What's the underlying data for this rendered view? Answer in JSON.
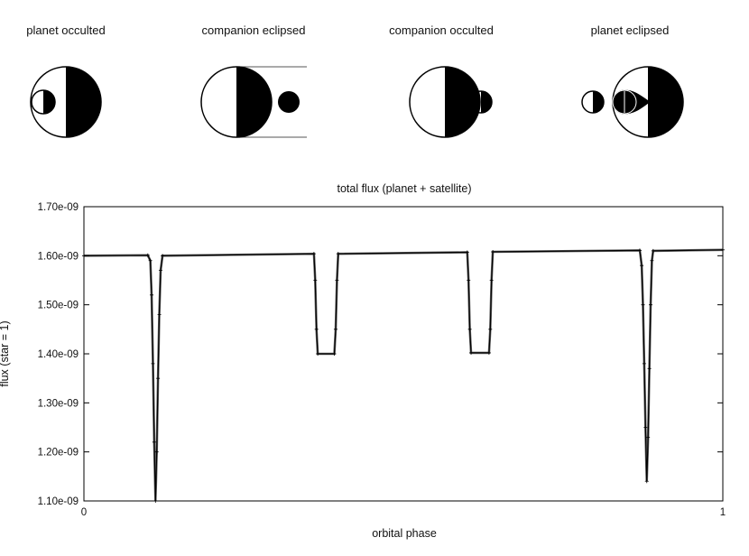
{
  "diagram": {
    "labels": [
      "planet occulted",
      "companion eclipsed",
      "companion occulted",
      "planet eclipsed"
    ]
  },
  "chart_data": {
    "type": "line",
    "title": "total flux (planet + satellite)",
    "xlabel": "orbital phase",
    "ylabel": "flux (star = 1)",
    "xlim": [
      0,
      1
    ],
    "ylim": [
      1.1e-09,
      1.7e-09
    ],
    "x_tick_labels": [
      "0",
      "1"
    ],
    "y_ticks": [
      1.1e-09,
      1.2e-09,
      1.3e-09,
      1.4e-09,
      1.5e-09,
      1.6e-09,
      1.7e-09
    ],
    "y_tick_labels": [
      "1.10e-09",
      "1.20e-09",
      "1.30e-09",
      "1.40e-09",
      "1.50e-09",
      "1.60e-09",
      "1.70e-09"
    ],
    "grid": false,
    "series": [
      {
        "points": [
          [
            0.0,
            1.6e-09
          ],
          [
            0.1,
            1.601e-09
          ],
          [
            0.104,
            1.59e-09
          ],
          [
            0.106,
            1.52e-09
          ],
          [
            0.108,
            1.38e-09
          ],
          [
            0.11,
            1.22e-09
          ],
          [
            0.112,
            1.1e-09
          ],
          [
            0.114,
            1.2e-09
          ],
          [
            0.116,
            1.35e-09
          ],
          [
            0.118,
            1.48e-09
          ],
          [
            0.12,
            1.57e-09
          ],
          [
            0.123,
            1.6e-09
          ],
          [
            0.36,
            1.604e-09
          ],
          [
            0.362,
            1.55e-09
          ],
          [
            0.364,
            1.45e-09
          ],
          [
            0.366,
            1.4e-09
          ],
          [
            0.392,
            1.4e-09
          ],
          [
            0.394,
            1.45e-09
          ],
          [
            0.396,
            1.55e-09
          ],
          [
            0.398,
            1.604e-09
          ],
          [
            0.6,
            1.607e-09
          ],
          [
            0.602,
            1.55e-09
          ],
          [
            0.604,
            1.45e-09
          ],
          [
            0.606,
            1.402e-09
          ],
          [
            0.634,
            1.402e-09
          ],
          [
            0.636,
            1.45e-09
          ],
          [
            0.638,
            1.55e-09
          ],
          [
            0.64,
            1.608e-09
          ],
          [
            0.87,
            1.611e-09
          ],
          [
            0.873,
            1.58e-09
          ],
          [
            0.875,
            1.5e-09
          ],
          [
            0.877,
            1.38e-09
          ],
          [
            0.879,
            1.25e-09
          ],
          [
            0.881,
            1.14e-09
          ],
          [
            0.883,
            1.23e-09
          ],
          [
            0.885,
            1.37e-09
          ],
          [
            0.887,
            1.5e-09
          ],
          [
            0.889,
            1.59e-09
          ],
          [
            0.891,
            1.61e-09
          ],
          [
            1.0,
            1.612e-09
          ]
        ]
      }
    ]
  }
}
